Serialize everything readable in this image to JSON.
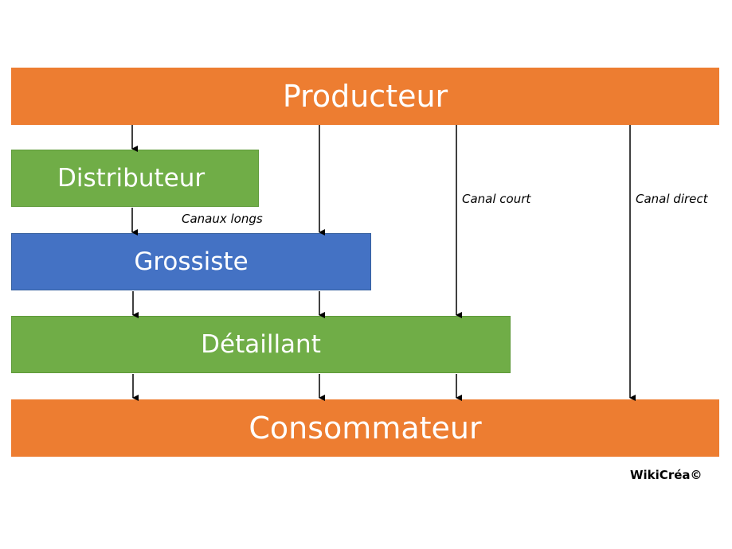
{
  "boxes": {
    "producteur": "Producteur",
    "distributeur": "Distributeur",
    "grossiste": "Grossiste",
    "detaillant": "Détaillant",
    "consommateur": "Consommateur"
  },
  "labels": {
    "canaux_longs": "Canaux longs",
    "canal_court": "Canal court",
    "canal_direct": "Canal direct"
  },
  "credit": "WikiCréa©",
  "colors": {
    "producteur": "#ed7d31",
    "distributeur": "#70ad47",
    "grossiste": "#4472c4",
    "detaillant": "#70ad47",
    "consommateur": "#ed7d31",
    "arrows": "#000000"
  }
}
